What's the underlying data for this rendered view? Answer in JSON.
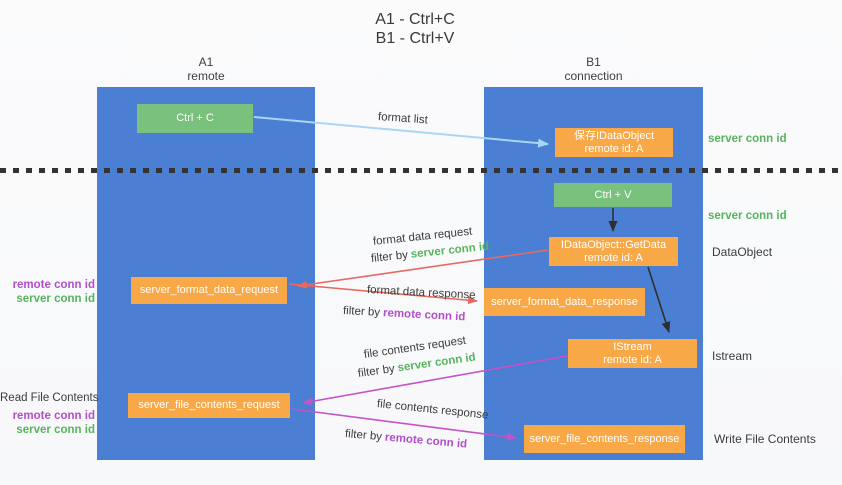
{
  "title": {
    "line1": "A1 - Ctrl+C",
    "line2": "B1 - Ctrl+V"
  },
  "lanes": {
    "a1": {
      "name": "A1",
      "subtitle": "remote"
    },
    "b1": {
      "name": "B1",
      "subtitle": "connection"
    }
  },
  "nodes": {
    "ctrl_c": {
      "label": "Ctrl + C"
    },
    "ctrl_v": {
      "label": "Ctrl + V"
    },
    "save_idataobject": {
      "line1": "保存IDataObject",
      "line2": "remote id: A"
    },
    "idataobject_getdata": {
      "line1": "IDataObject::GetData",
      "line2": "remote id: A"
    },
    "istream": {
      "line1": "IStream",
      "line2": "remote id: A"
    },
    "server_format_data_request": {
      "label": "server_format_data_request"
    },
    "server_format_data_response": {
      "label": "server_format_data_response"
    },
    "server_file_contents_request": {
      "label": "server_file_contents_request"
    },
    "server_file_contents_response": {
      "label": "server_file_contents_response"
    }
  },
  "arrow_labels": {
    "format_list": "format list",
    "format_data_request": "format data request",
    "format_data_response": "format data response",
    "file_contents_request": "file contents request",
    "file_contents_response": "file contents response",
    "filter_by": "filter by",
    "server_conn_id": "server conn id",
    "remote_conn_id": "remote conn id"
  },
  "side_labels": {
    "server_conn_id_top": "server conn id",
    "server_conn_id_mid": "server conn id",
    "data_object": "DataObject",
    "istream": "Istream",
    "write_file_contents": "Write File Contents",
    "read_file_contents": "Read File Contents",
    "remote_conn_id": "remote conn id",
    "server_conn_id": "server conn id"
  },
  "colors": {
    "lane_blue": "#4a7fd3",
    "node_green": "#7ac17d",
    "node_orange": "#f9a847",
    "conn_id_green": "#55b45c",
    "conn_id_purple": "#b14fc8",
    "arrow_red": "#e8695f",
    "arrow_magenta": "#c653c6",
    "arrow_light_blue": "#a8d7f5",
    "arrow_black": "#2f2f2f",
    "text_dark": "#3d3d3d"
  }
}
